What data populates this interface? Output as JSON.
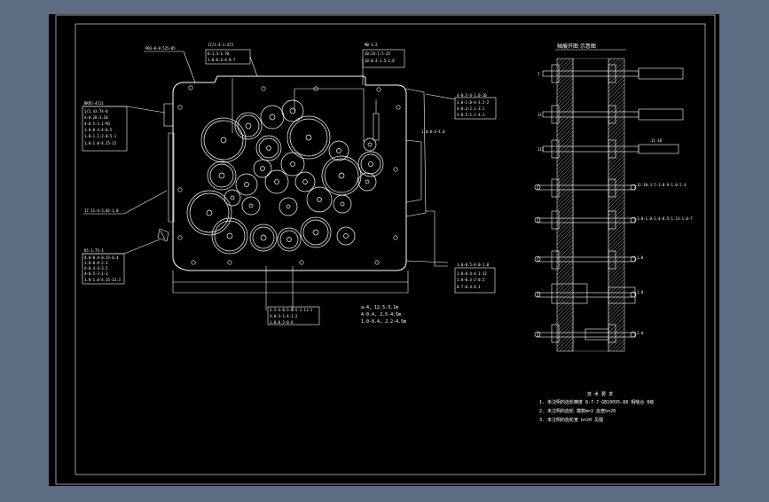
{
  "colors": {
    "background": "#5c6d82",
    "sheet": "#000000",
    "line": "#ffffff"
  },
  "drawing": {
    "right_title": "轴展开图 示意图",
    "tech_title": "技 术 要 求",
    "tech_notes": [
      "1. 未注明的齿轮精度 8-7-7 GB10095-88  相啮合  8级",
      "2. 未注明的齿轮 模数m=2 齿宽b=20",
      "3. 未注明的齿轮宽 b=20  见图"
    ],
    "left_callouts": [
      [
        "BKR5-4111",
        "1/2.43.74-8",
        "A-0.28-3.10",
        "4-0.5-3.1-M3",
        "1.0-0.4-4-0.5",
        "1.0-1.1-2.0-5.1",
        "1.0-1.0-4.15-12"
      ],
      [
        "17.11-4-3.02-1.0"
      ],
      [
        "K5-1.75-1",
        "4.0-0.4-0.15-0.4",
        "1.0-0.9-2.3",
        "A-0.4-4-3.5",
        "4-0.5-3.1-3",
        "1.0-1.0-4.15-12.3"
      ]
    ],
    "top_callouts": [
      "PB3-0-0.525-05",
      "17/1-4-1.473",
      "6-1.3-1.70",
      "1.0-0.4-4-0.7",
      "M0-3.2",
      "10-24-1.5-25",
      "10-0.3-1.5-1.0"
    ],
    "right_callouts": [
      [
        "4-0.5-4-1.0-10",
        "1.0-1.0-4-1.2-2",
        "4-0.4-2.1-3.1",
        "3-0.5-1.1-4.1"
      ],
      [
        "1.0-0.5-4-0-1.0",
        "1.0-0.4-4.1-12",
        "1.0-0.3-2-0.5",
        "0.7-0.4-4.1"
      ]
    ],
    "side_label": "1.0-0.4-1.0",
    "bottom_callouts": [
      "3-2-4-0.5-0.5-1.11-1",
      "4.0-3-1-4-1.2",
      "1.0-0.5-0.8"
    ],
    "bottom_notes": [
      "a-4, 12.5-3.1m",
      "4-0.4, 2.5-4.5m",
      "1.0-0.4, 2.2-4.5m"
    ],
    "shaft_labels": [
      "I",
      "II",
      "III",
      "IV",
      "V",
      "VI",
      "VII",
      "VIII"
    ],
    "shaft_notes": [
      "11-10",
      "11-10-3.5-1.0-9-1.0-2.4",
      "1.0-1.0-2.4-0.5-1.13-1.0-7",
      "1.0",
      "1.0",
      "1.0"
    ]
  }
}
